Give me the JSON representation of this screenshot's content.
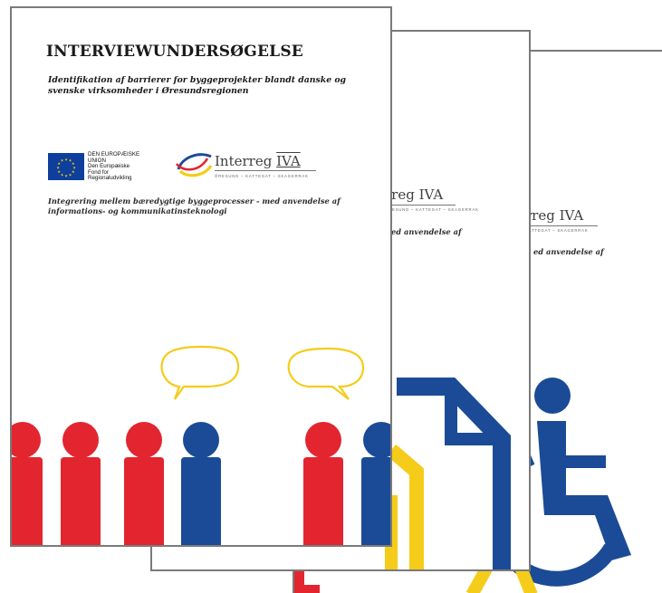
{
  "cover": {
    "title": "INTERVIEWUNDERSØGELSE",
    "subtitle": "Identifikation af barrierer for byggeprojekter blandt danske og svenske virksomheder i Øresundsregionen",
    "eu_logo": {
      "line1": "DEN EUROPÆISKE",
      "line2": "UNION",
      "line3": "Den Europæiske",
      "line4": "Fond for",
      "line5": "Regionaludvikling"
    },
    "interreg_logo": {
      "name": "Interreg",
      "numeral": "IVA",
      "tagline": "ÖRESUND – KATTEGAT – SKAGERRAK"
    },
    "intro": "Integrering mellem bæredygtige byggeprocesser - med anvendelse af informations- og kommunikatinsteknologi"
  },
  "page2": {
    "interreg_fragment": "rreg IVA",
    "tagline_fragment": "ÖRESUND – KATTEGAT – SKAGERRAK",
    "intro_fragment": "ed anvendelse af"
  },
  "page3": {
    "interreg_fragment": "rreg IVA",
    "tagline_fragment": "KATTEGAT – SKAGERRAK",
    "intro_fragment": "ed anvendelse af"
  },
  "colors": {
    "red": "#e3252f",
    "blue": "#1b4b96",
    "yellow": "#f5cc1a",
    "border": "#7a7a7a",
    "eu_blue": "#0f3f9c",
    "eu_star": "#ffd800"
  },
  "icons": [
    "people-icon",
    "speech-bubble-icon",
    "document-icon",
    "wheelchair-icon",
    "eu-flag-icon",
    "interreg-emblem-icon"
  ]
}
